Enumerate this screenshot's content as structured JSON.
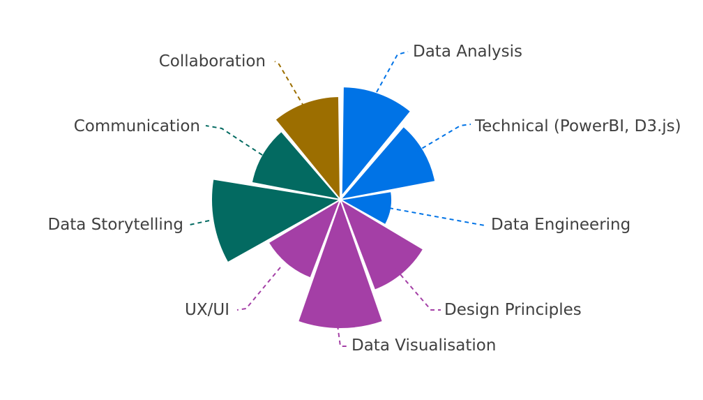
{
  "colors": {
    "blue": "#0073E6",
    "magenta": "#A43FA6",
    "teal": "#036A61",
    "gold": "#9C6E00"
  },
  "chart_data": {
    "type": "polar-area",
    "title": "",
    "legend": "none",
    "grid": false,
    "categories": [
      "Data Analysis",
      "Technical (PowerBI, D3.js)",
      "Data Engineering",
      "Design Principles",
      "Data Visualisation",
      "UX/UI",
      "Data Storytelling",
      "Communication",
      "Collaboration"
    ],
    "values": [
      8.5,
      7.5,
      4,
      7.5,
      10,
      6.5,
      10,
      7,
      8
    ],
    "colors": [
      "blue",
      "blue",
      "blue",
      "magenta",
      "magenta",
      "magenta",
      "teal",
      "teal",
      "gold"
    ]
  }
}
